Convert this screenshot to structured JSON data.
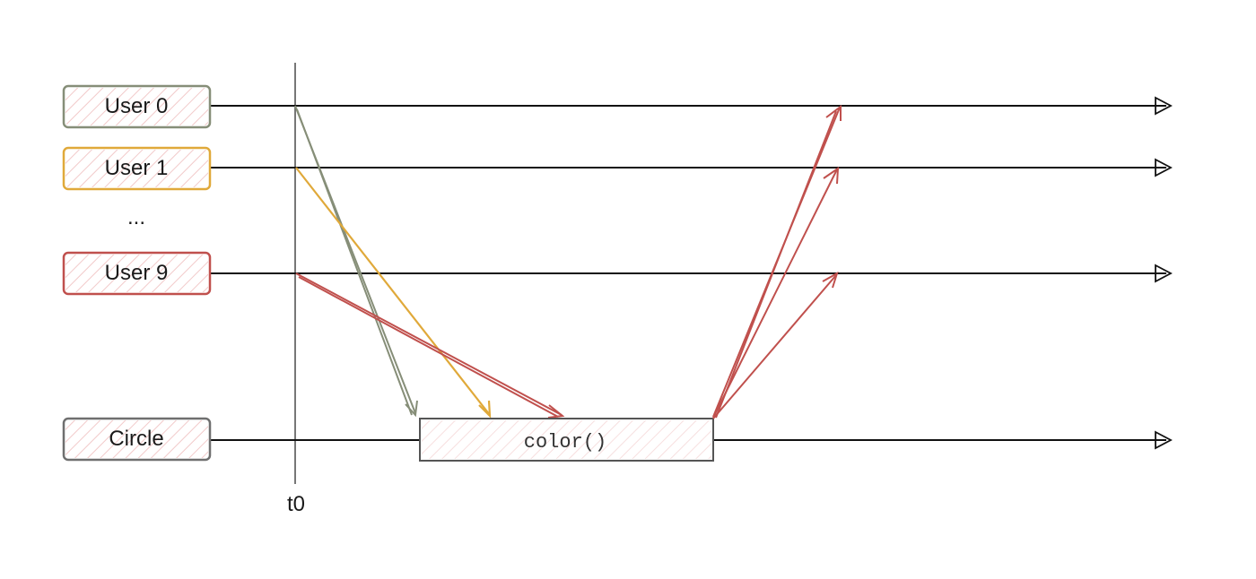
{
  "diagram": {
    "participants": [
      {
        "id": "user0",
        "label": "User 0",
        "color": "#868e78"
      },
      {
        "id": "user1",
        "label": "User 1",
        "color": "#e0a93a"
      },
      {
        "id": "user9",
        "label": "User 9",
        "color": "#c0504d"
      },
      {
        "id": "circle",
        "label": "Circle",
        "color": "#6f6f6f"
      }
    ],
    "ellipsis": "...",
    "time_marker": "t0",
    "process": {
      "label": "color()"
    },
    "colors": {
      "line": "#111111",
      "axis": "#555555",
      "response": "#c0504d",
      "box_fill": "#f3f3f3"
    }
  }
}
